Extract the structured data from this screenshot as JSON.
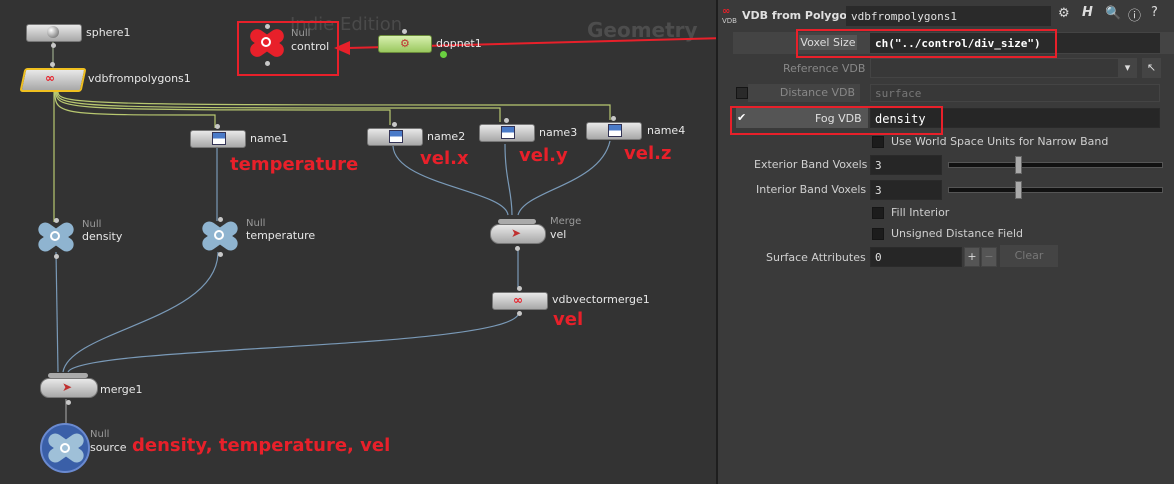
{
  "network": {
    "watermark_edition": "Indie Edition",
    "watermark_context": "Geometry",
    "nodes": {
      "sphere1": "sphere1",
      "vdbfrompolygons1": "vdbfrompolygons1",
      "control_type": "Null",
      "control_name": "control",
      "dopnet1": "dopnet1",
      "name1": "name1",
      "name2": "name2",
      "name3": "name3",
      "name4": "name4",
      "density_type": "Null",
      "density_name": "density",
      "temperature_type": "Null",
      "temperature_name": "temperature",
      "vel_type": "Merge",
      "vel_name": "vel",
      "vdbvectormerge1": "vdbvectormerge1",
      "merge1": "merge1",
      "source_type": "Null",
      "source_name": "source"
    },
    "annotations": {
      "temperature": "temperature",
      "velx": "vel.x",
      "vely": "vel.y",
      "velz": "vel.z",
      "vel": "vel",
      "source": "density, temperature, vel"
    }
  },
  "params": {
    "node_type": "VDB from Polygons",
    "node_type_icon": "VDB",
    "node_name": "vdbfrompolygons1",
    "voxel_size_label": "Voxel Size",
    "voxel_size_value": "ch(\"../control/div_size\")",
    "reference_vdb_label": "Reference VDB",
    "reference_vdb_value": "",
    "distance_vdb_label": "Distance VDB",
    "distance_vdb_value": "surface",
    "fog_vdb_label": "Fog VDB",
    "fog_vdb_value": "density",
    "world_space_label": "Use World Space Units for Narrow Band",
    "exterior_label": "Exterior Band Voxels",
    "exterior_value": "3",
    "exterior_fraction": 0.33,
    "interior_label": "Interior Band Voxels",
    "interior_value": "3",
    "interior_fraction": 0.33,
    "fill_interior_label": "Fill Interior",
    "unsigned_label": "Unsigned Distance Field",
    "surface_attr_label": "Surface Attributes",
    "surface_attr_value": "0",
    "plus": "+",
    "minus": "−",
    "clear_label": "Clear",
    "fog_checked": true,
    "colors": {
      "highlight": "#e8202a",
      "control_node": "#e8202a",
      "dopnet_node": "#b8e08a"
    }
  }
}
